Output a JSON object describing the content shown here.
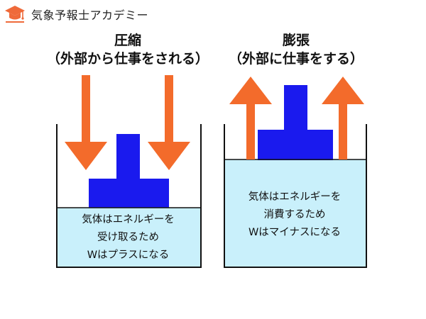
{
  "header": {
    "brand": "気象予報士アカデミー",
    "logo_icon": "mortarboard-icon",
    "accent_color": "#ef6a3a"
  },
  "left_panel": {
    "title": "圧縮",
    "subtitle": "（外部から仕事をされる）",
    "caption_lines": [
      "気体はエネルギーを",
      "受け取るため",
      "Wはプラスになる"
    ],
    "arrow_direction": "down"
  },
  "right_panel": {
    "title": "膨張",
    "subtitle": "（外部に仕事をする）",
    "caption_lines": [
      "気体はエネルギーを",
      "消費するため",
      "Wはマイナスになる"
    ],
    "arrow_direction": "up"
  },
  "colors": {
    "arrow": "#f36b2b",
    "piston": "#1a1aee",
    "gas": "#c9f0fb",
    "container": "#111111"
  }
}
